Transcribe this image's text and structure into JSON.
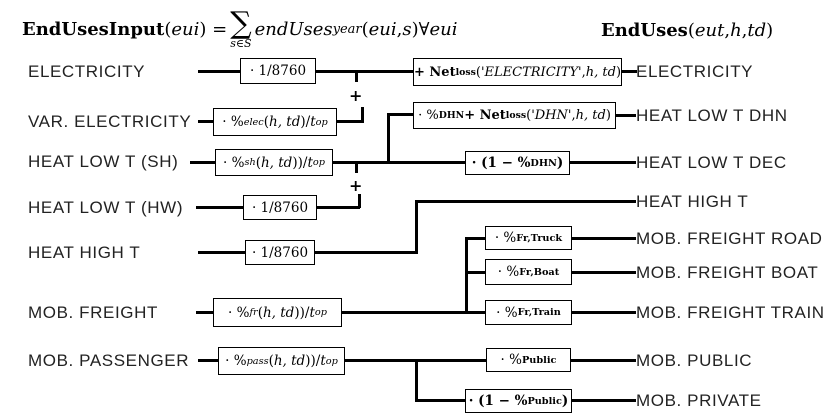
{
  "titles": {
    "left": [
      [
        "b",
        "EndUsesInput"
      ],
      [
        "n",
        "("
      ],
      [
        "i",
        "eui"
      ],
      [
        "n",
        ") = "
      ],
      [
        "sum",
        "∑",
        "s∈S"
      ],
      [
        "i",
        "endUses"
      ],
      [
        "sub",
        "year"
      ],
      [
        "n",
        "("
      ],
      [
        "i",
        "eui"
      ],
      [
        "n",
        ", "
      ],
      [
        "i",
        "s"
      ],
      [
        "n",
        ")∀"
      ],
      [
        "i",
        "eui"
      ]
    ],
    "right": [
      [
        "b",
        "EndUses"
      ],
      [
        "n",
        "("
      ],
      [
        "i",
        "eut"
      ],
      [
        "n",
        ", "
      ],
      [
        "i",
        "h"
      ],
      [
        "n",
        ", "
      ],
      [
        "i",
        "td"
      ],
      [
        "n",
        ")"
      ]
    ]
  },
  "left_labels": [
    "ELECTRICITY",
    "VAR. ELECTRICITY",
    "HEAT LOW T (SH)",
    "HEAT LOW T (HW)",
    "HEAT HIGH T",
    "MOB. FREIGHT",
    "MOB. PASSENGER"
  ],
  "right_labels": [
    "ELECTRICITY",
    "HEAT LOW T DHN",
    "HEAT LOW T DEC",
    "HEAT HIGH T",
    "MOB. FREIGHT ROAD",
    "MOB. FREIGHT BOAT",
    "MOB. FREIGHT TRAIN",
    "MOB. PUBLIC",
    "MOB. PRIVATE"
  ],
  "formulas": {
    "elec_share": [
      [
        "n",
        "· 1/8760"
      ]
    ],
    "varelec_share": [
      [
        "n",
        "· %"
      ],
      [
        "sub",
        "elec"
      ],
      [
        "n",
        "("
      ],
      [
        "i",
        "h, td"
      ],
      [
        "n",
        ")/"
      ],
      [
        "i",
        "t"
      ],
      [
        "sub",
        "op"
      ]
    ],
    "sh_share": [
      [
        "n",
        "· %"
      ],
      [
        "sub",
        "sh"
      ],
      [
        "n",
        "("
      ],
      [
        "i",
        "h, td"
      ],
      [
        "n",
        "))/"
      ],
      [
        "i",
        "t"
      ],
      [
        "sub",
        "op"
      ]
    ],
    "hw_share": [
      [
        "n",
        "· 1/8760"
      ]
    ],
    "high_share": [
      [
        "n",
        "· 1/8760"
      ]
    ],
    "freight_share": [
      [
        "n",
        "· %"
      ],
      [
        "sub",
        "fr"
      ],
      [
        "n",
        "("
      ],
      [
        "i",
        "h, td"
      ],
      [
        "n",
        "))/"
      ],
      [
        "i",
        "t"
      ],
      [
        "sub",
        "op"
      ]
    ],
    "passenger_share": [
      [
        "n",
        "· %"
      ],
      [
        "sub",
        "pass"
      ],
      [
        "n",
        "("
      ],
      [
        "i",
        "h, td"
      ],
      [
        "n",
        "))/"
      ],
      [
        "i",
        "t"
      ],
      [
        "sub",
        "op"
      ]
    ],
    "netloss_elec": [
      [
        "b",
        "+ Net"
      ],
      [
        "bsub",
        "loss"
      ],
      [
        "n",
        " ("
      ],
      [
        "i",
        "'ELECTRICITY'"
      ],
      [
        "n",
        ", "
      ],
      [
        "i",
        "h, td"
      ],
      [
        "n",
        ")"
      ]
    ],
    "dhn_share": [
      [
        "n",
        "· %"
      ],
      [
        "bsub",
        "DHN"
      ],
      [
        "b",
        " + Net"
      ],
      [
        "bsub",
        "loss"
      ],
      [
        "n",
        "("
      ],
      [
        "i",
        "'DHN'"
      ],
      [
        "n",
        ", "
      ],
      [
        "i",
        "h, td"
      ],
      [
        "n",
        ")"
      ]
    ],
    "dec_share": [
      [
        "b",
        "· (1 − %"
      ],
      [
        "bsub",
        "DHN"
      ],
      [
        "b",
        ")"
      ]
    ],
    "truck_share": [
      [
        "n",
        "· %"
      ],
      [
        "bsub",
        "Fr,Truck"
      ]
    ],
    "boat_share": [
      [
        "n",
        "· %"
      ],
      [
        "bsub",
        "Fr,Boat"
      ]
    ],
    "train_share": [
      [
        "n",
        "· %"
      ],
      [
        "bsub",
        "Fr,Train"
      ]
    ],
    "public_share": [
      [
        "n",
        "· %"
      ],
      [
        "bsub",
        "Public"
      ]
    ],
    "private_share": [
      [
        "b",
        "· (1 − %"
      ],
      [
        "bsub",
        "Public"
      ],
      [
        "b",
        ")"
      ]
    ]
  },
  "plus": "+",
  "colors": {
    "line": "#000000",
    "text": "#222222",
    "box_border": "#000000",
    "background": "#ffffff"
  }
}
